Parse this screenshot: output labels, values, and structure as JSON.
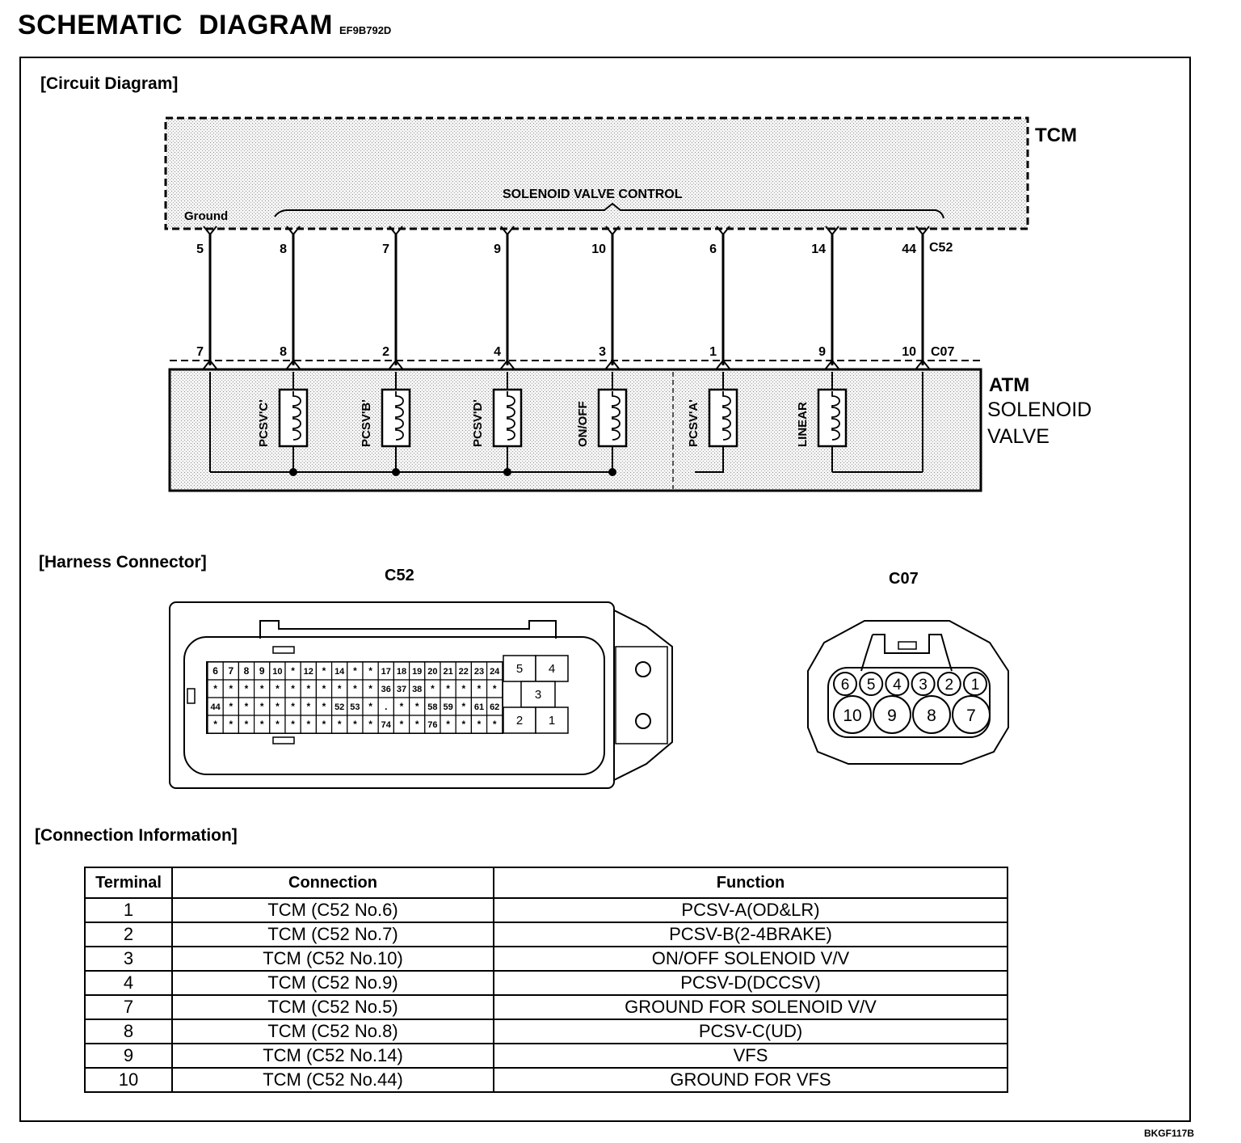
{
  "header": {
    "title": "SCHEMATIC  DIAGRAM",
    "code": "EF9B792D",
    "figure_id": "BKGF117B"
  },
  "sections": {
    "circuit": "[Circuit Diagram]",
    "harness": "[Harness Connector]",
    "connection": "[Connection Information]"
  },
  "circuit": {
    "tcm_label": "TCM",
    "control_label": "SOLENOID VALVE CONTROL",
    "ground_label": "Ground",
    "c52_label": "C52",
    "c07_label": "C07",
    "atm_label": "ATM",
    "solenoid_label_1": "SOLENOID",
    "solenoid_label_2": "VALVE",
    "wires": [
      {
        "top": "5",
        "bottom": "7",
        "solenoid": ""
      },
      {
        "top": "8",
        "bottom": "8",
        "solenoid": "PCSV'C'"
      },
      {
        "top": "7",
        "bottom": "2",
        "solenoid": "PCSV'B'"
      },
      {
        "top": "9",
        "bottom": "4",
        "solenoid": "PCSV'D'"
      },
      {
        "top": "10",
        "bottom": "3",
        "solenoid": "ON/OFF"
      },
      {
        "top": "6",
        "bottom": "1",
        "solenoid": "PCSV'A'"
      },
      {
        "top": "14",
        "bottom": "9",
        "solenoid": "LINEAR"
      },
      {
        "top": "44",
        "bottom": "10",
        "solenoid": ""
      }
    ]
  },
  "harness": {
    "c52_title": "C52",
    "c07_title": "C07",
    "c52_rows": [
      [
        "6",
        "7",
        "8",
        "9",
        "10",
        "*",
        "12",
        "*",
        "14",
        "*",
        "*",
        "17",
        "18",
        "19",
        "20",
        "21",
        "22",
        "23",
        "24"
      ],
      [
        "*",
        "*",
        "*",
        "*",
        "*",
        "*",
        "*",
        "*",
        "*",
        "*",
        "*",
        "36",
        "37",
        "38",
        "*",
        "*",
        "*",
        "*",
        "*"
      ],
      [
        "44",
        "*",
        "*",
        "*",
        "*",
        "*",
        "*",
        "*",
        "52",
        "53",
        "*",
        ".",
        "*",
        "*",
        "58",
        "59",
        "*",
        "61",
        "62"
      ],
      [
        "*",
        "*",
        "*",
        "*",
        "*",
        "*",
        "*",
        "*",
        "*",
        "*",
        "*",
        "74",
        "*",
        "*",
        "76",
        "*",
        "*",
        "*",
        "*"
      ]
    ],
    "c52_big": [
      "5",
      "4",
      "3",
      "2",
      "1"
    ],
    "c07_top": [
      "6",
      "5",
      "4",
      "3",
      "2",
      "1"
    ],
    "c07_bottom": [
      "10",
      "9",
      "8",
      "7"
    ]
  },
  "table": {
    "headers": [
      "Terminal",
      "Connection",
      "Function"
    ],
    "rows": [
      [
        "1",
        "TCM (C52 No.6)",
        "PCSV-A(OD&LR)"
      ],
      [
        "2",
        "TCM (C52 No.7)",
        "PCSV-B(2-4BRAKE)"
      ],
      [
        "3",
        "TCM (C52 No.10)",
        "ON/OFF SOLENOID V/V"
      ],
      [
        "4",
        "TCM (C52 No.9)",
        "PCSV-D(DCCSV)"
      ],
      [
        "7",
        "TCM (C52 No.5)",
        "GROUND FOR SOLENOID V/V"
      ],
      [
        "8",
        "TCM (C52 No.8)",
        "PCSV-C(UD)"
      ],
      [
        "9",
        "TCM (C52 No.14)",
        "VFS"
      ],
      [
        "10",
        "TCM (C52 No.44)",
        "GROUND FOR VFS"
      ]
    ]
  }
}
